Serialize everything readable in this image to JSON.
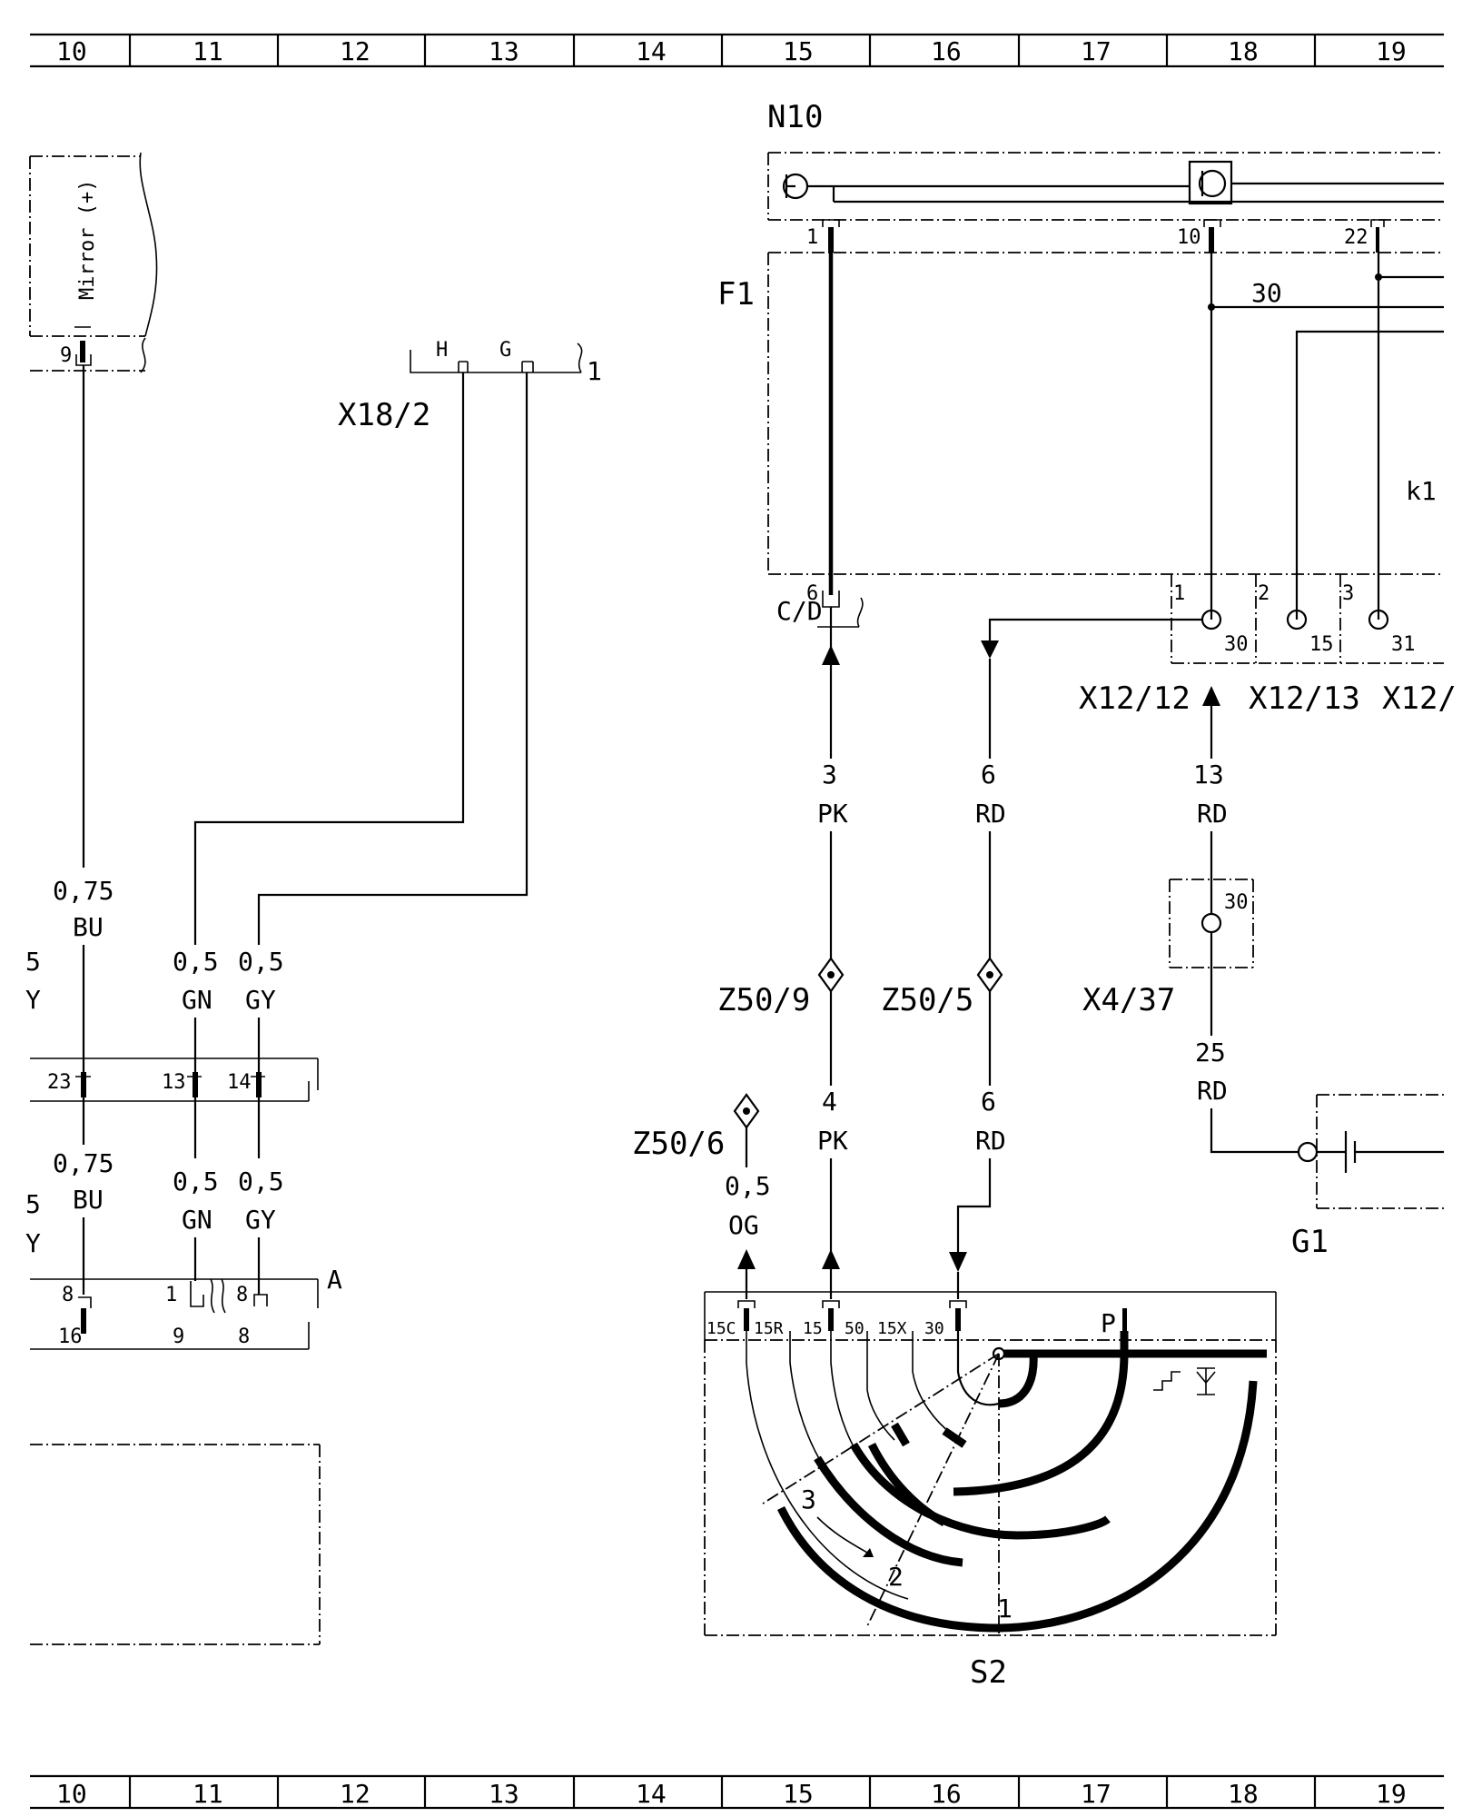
{
  "grid": {
    "columns": [
      "10",
      "11",
      "12",
      "13",
      "14",
      "15",
      "16",
      "17",
      "18",
      "19"
    ]
  },
  "components": {
    "n10": "N10",
    "f1": "F1",
    "k1_partial": "k1",
    "x18_2": "X18/2",
    "c_d": "C/D",
    "x12_12": "X12/12",
    "x12_13": "X12/13",
    "x12_partial": "X12/",
    "x4_37": "X4/37",
    "g1": "G1",
    "s2": "S2",
    "z50_9": "Z50/9",
    "z50_5": "Z50/5",
    "z50_6": "Z50/6",
    "mirror": "Mirror (+)"
  },
  "pins": {
    "n10_1": "1",
    "n10_10": "10",
    "n10_22": "22",
    "f1_30": "30",
    "mirror_9": "9",
    "x18_h": "H",
    "x18_g": "G",
    "x18_s1": "1",
    "cd_6": "6",
    "x12_1": "1",
    "x12_2": "2",
    "x12_3": "3",
    "x12_30": "30",
    "x12_15": "15",
    "x12_31": "31",
    "x4_30": "30",
    "conn_23": "23",
    "conn_13": "13",
    "conn_14": "14",
    "conn_a": "A",
    "conn2_8": "8",
    "conn2_16": "16",
    "conn2_1": "1",
    "conn2_9": "9",
    "conn2_8b": "8",
    "conn2_8c": "8",
    "s2_15c": "15C",
    "s2_15r": "15R",
    "s2_15": "15",
    "s2_50": "50",
    "s2_15x": "15X",
    "s2_30": "30",
    "s2_p": "P",
    "s2_pos1": "1",
    "s2_pos2": "2",
    "s2_pos3": "3"
  },
  "wires": {
    "bu_top_size": "0,75",
    "bu_top_color": "BU",
    "bu_bot_size": "0,75",
    "bu_bot_color": "BU",
    "gn_top_size": "0,5",
    "gn_top_color": "GN",
    "gy_top_size": "0,5",
    "gy_top_color": "GY",
    "gn_bot_size": "0,5",
    "gn_bot_color": "GN",
    "gy_bot_size": "0,5",
    "gy_bot_color": "GY",
    "pk_top_size": "3",
    "pk_top_color": "PK",
    "pk_bot_size": "4",
    "pk_bot_color": "PK",
    "rd6_top_size": "6",
    "rd6_top_color": "RD",
    "rd6_bot_size": "6",
    "rd6_bot_color": "RD",
    "rd13_size": "13",
    "rd13_color": "RD",
    "rd25_size": "25",
    "rd25_color": "RD",
    "og_size": "0,5",
    "og_color": "OG",
    "left_top_size": "5",
    "left_top_color": "Y",
    "left_bot_size": "5",
    "left_bot_color": "Y"
  }
}
